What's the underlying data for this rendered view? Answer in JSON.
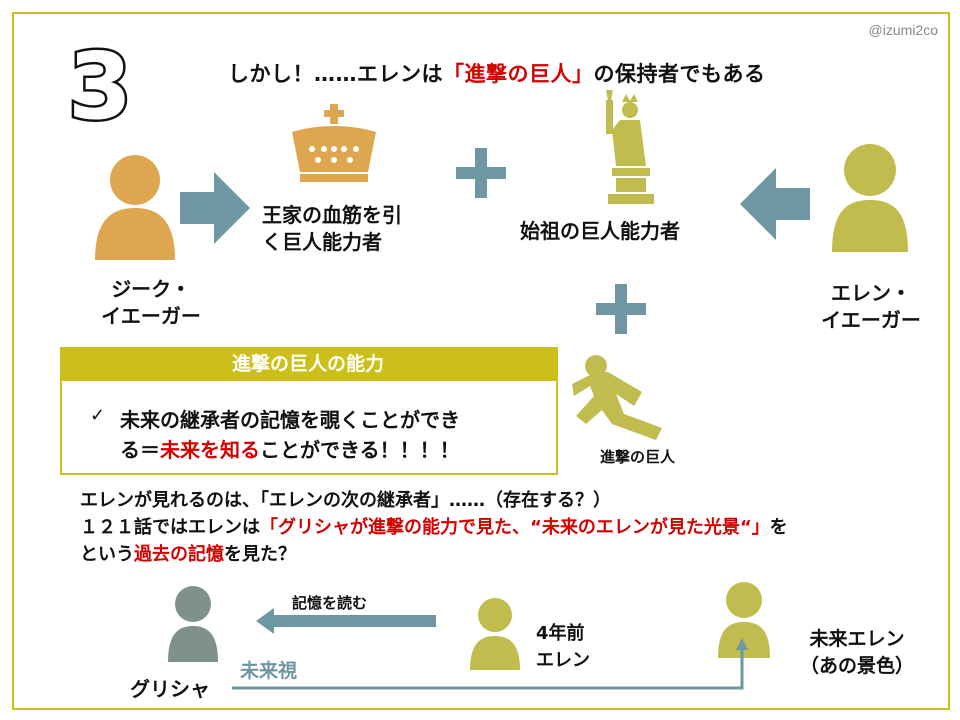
{
  "credit": "@izumi2co",
  "number": "3",
  "headline": {
    "before": "しかし！……エレンは",
    "highlight": "「進撃の巨人」",
    "after": "の保持者でもある"
  },
  "zeke": {
    "name_line1": "ジーク・",
    "name_line2": "イエーガー"
  },
  "eren": {
    "name_line1": "エレン・",
    "name_line2": "イエーガー"
  },
  "royal": {
    "line1": "王家の血筋を引",
    "line2": "く巨人能力者"
  },
  "founder": {
    "label": "始祖の巨人能力者"
  },
  "attack_titan": {
    "label": "進撃の巨人"
  },
  "plus_symbol": "+",
  "ability": {
    "header": "進撃の巨人の能力",
    "check": "✓",
    "line1": "未来の継承者の記憶を覗くことができ",
    "line2_a": "る＝",
    "line2_highlight": "未来を知る",
    "line2_b": "ことができる！！！！"
  },
  "questions": {
    "line1": "エレンが見れるのは、「エレンの次の継承者」……（存在する？）",
    "line2_a": "１２１話ではエレンは",
    "line2_highlight": "「グリシャが進撃の能力で見た、“未来のエレンが見た光景“」",
    "line2_b": "を",
    "line3_a": "という",
    "line3_highlight": "過去の記憶",
    "line3_b": "を見た？"
  },
  "bottom": {
    "grisha": "グリシャ",
    "read_memory": "記憶を読む",
    "eren_past_line1": "4年前",
    "eren_past_line2": "エレン",
    "future_eren_line1": "未来エレン",
    "future_eren_line2": "（あの景色）",
    "future_vision": "未来視"
  },
  "colors": {
    "frame": "#cdbf1a",
    "zeke": "#dea64e",
    "eren": "#c0bc4e",
    "arrow": "#6f97a3",
    "grisha": "#7e918a",
    "highlight": "#d40000"
  }
}
